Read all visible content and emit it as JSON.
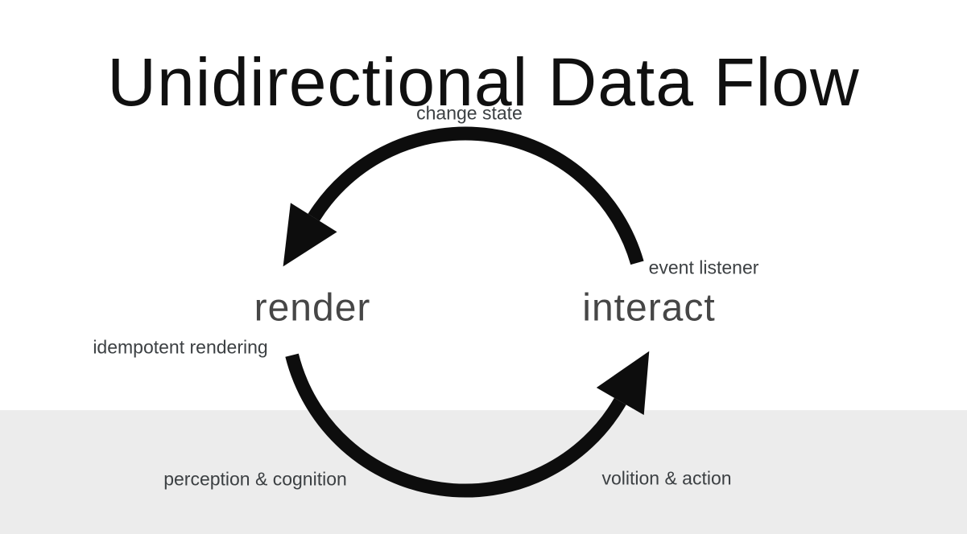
{
  "title": "Unidirectional Data Flow",
  "nodes": {
    "render": "render",
    "interact": "interact"
  },
  "labels": {
    "top": "change state",
    "right": "event listener",
    "left": "idempotent rendering",
    "bottom_left": "perception & cognition",
    "bottom_right": "volition & action"
  },
  "edges": [
    {
      "from": "interact",
      "to": "render",
      "label": "change state"
    },
    {
      "from": "render",
      "to": "interact",
      "label": ""
    }
  ],
  "colors": {
    "arrow": "#0d0d0d",
    "band": "#ececec",
    "title_text": "#101010",
    "node_text": "#464646",
    "label_text": "#3c4043",
    "background": "#ffffff"
  }
}
